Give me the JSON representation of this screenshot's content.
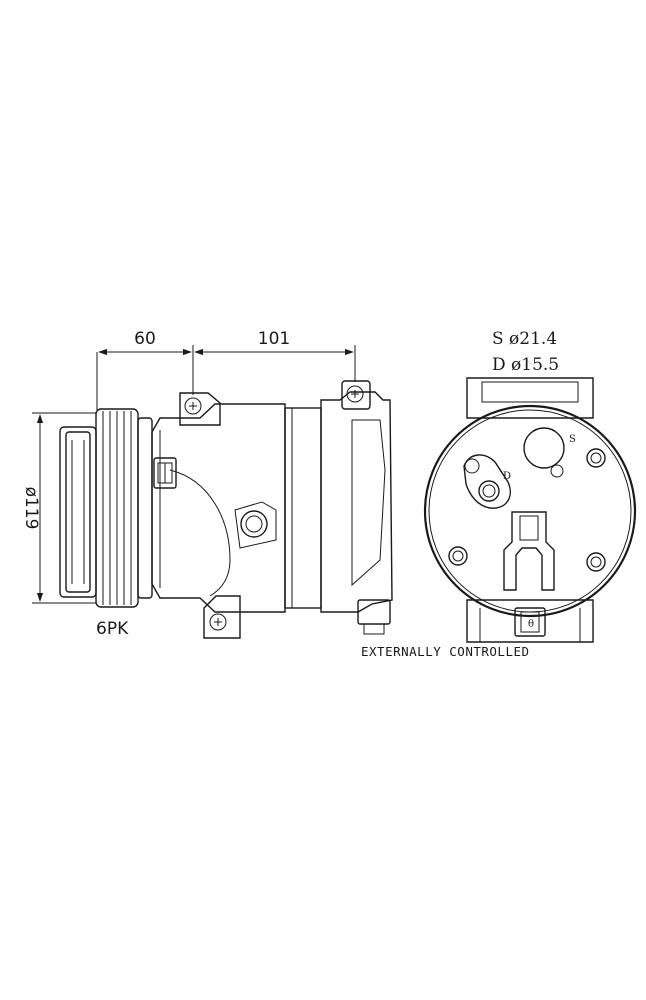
{
  "dimensions": {
    "pulley_offset": "60",
    "mount_spacing": "101",
    "pulley_diameter": "ø119",
    "belt_type": "6PK"
  },
  "ports": {
    "suction": "S ø21.4",
    "discharge": "D ø15.5",
    "suction_marker": "S",
    "discharge_marker": "D"
  },
  "note": "EXTERNALLY CONTROLLED"
}
